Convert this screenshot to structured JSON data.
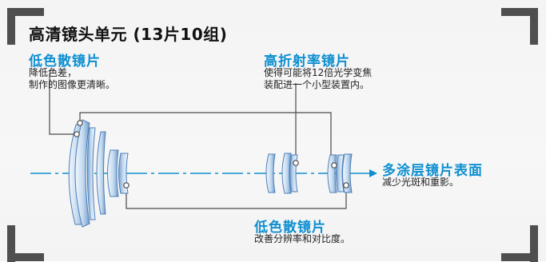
{
  "title": "高清镜头单元 (13片10组)",
  "callouts": {
    "low_dispersion_top": {
      "heading": "低色散镜片",
      "description": "降低色差，\n制作的图像更清晰。"
    },
    "high_refraction": {
      "heading": "高折射率镜片",
      "description": "使得可能将12倍光学变焦\n装配进一个小型装置内。"
    },
    "multi_coating": {
      "heading": "多涂层镜片表面",
      "description": "减少光斑和重影。"
    },
    "low_dispersion_bottom": {
      "heading": "低色散镜片",
      "description": "改善分辨率和对比度。"
    }
  },
  "colors": {
    "accent": "#0e8fd1",
    "lens_light": "#e8f2fb",
    "lens_dark": "#5d8fc4",
    "axis": "#0e8fd1"
  }
}
